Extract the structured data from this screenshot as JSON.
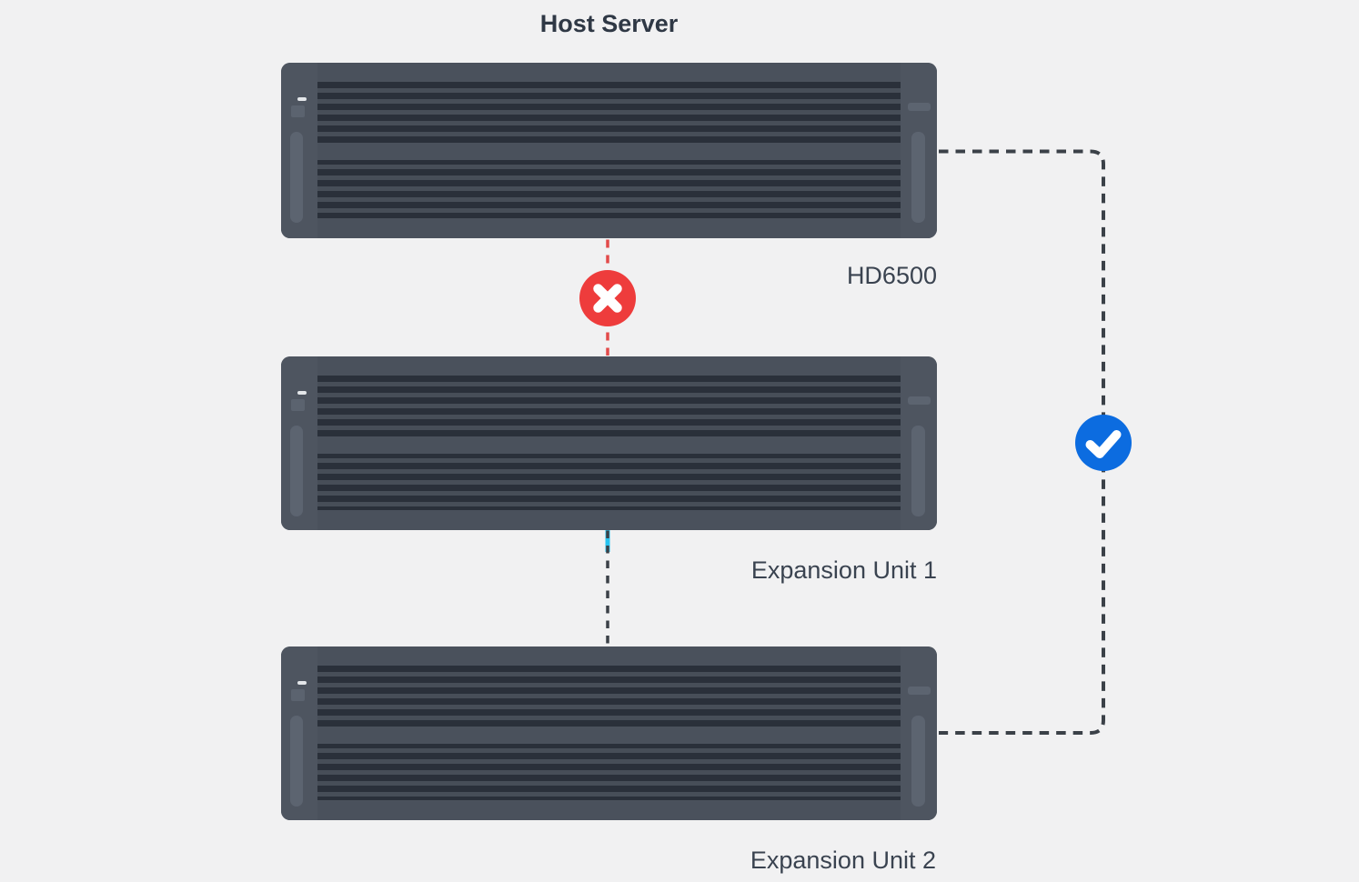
{
  "diagram": {
    "units": [
      {
        "id": "host-server",
        "title": "Host Server",
        "model": "HD6500"
      },
      {
        "id": "expansion-unit-1",
        "label": "Expansion Unit 1"
      },
      {
        "id": "expansion-unit-2",
        "label": "Expansion Unit 2"
      }
    ],
    "connections": [
      {
        "from": "host-server",
        "to": "expansion-unit-1",
        "status": "failed",
        "icon": "x-circle-icon"
      },
      {
        "from": "expansion-unit-1",
        "to": "expansion-unit-2",
        "status": "active-link"
      },
      {
        "from": "host-server",
        "to": "expansion-unit-2",
        "status": "valid",
        "icon": "check-circle-icon"
      }
    ],
    "colors": {
      "error_badge": "#EE3C3C",
      "error_line": "#E24A4A",
      "success_badge": "#0C6CE0",
      "active_highlight": "#27C3F0",
      "dash": "#3B4148",
      "chassis": "#4A515C",
      "chassis_stripe": "#2A303A",
      "text": "#3A4350",
      "background": "#F1F1F2"
    }
  }
}
